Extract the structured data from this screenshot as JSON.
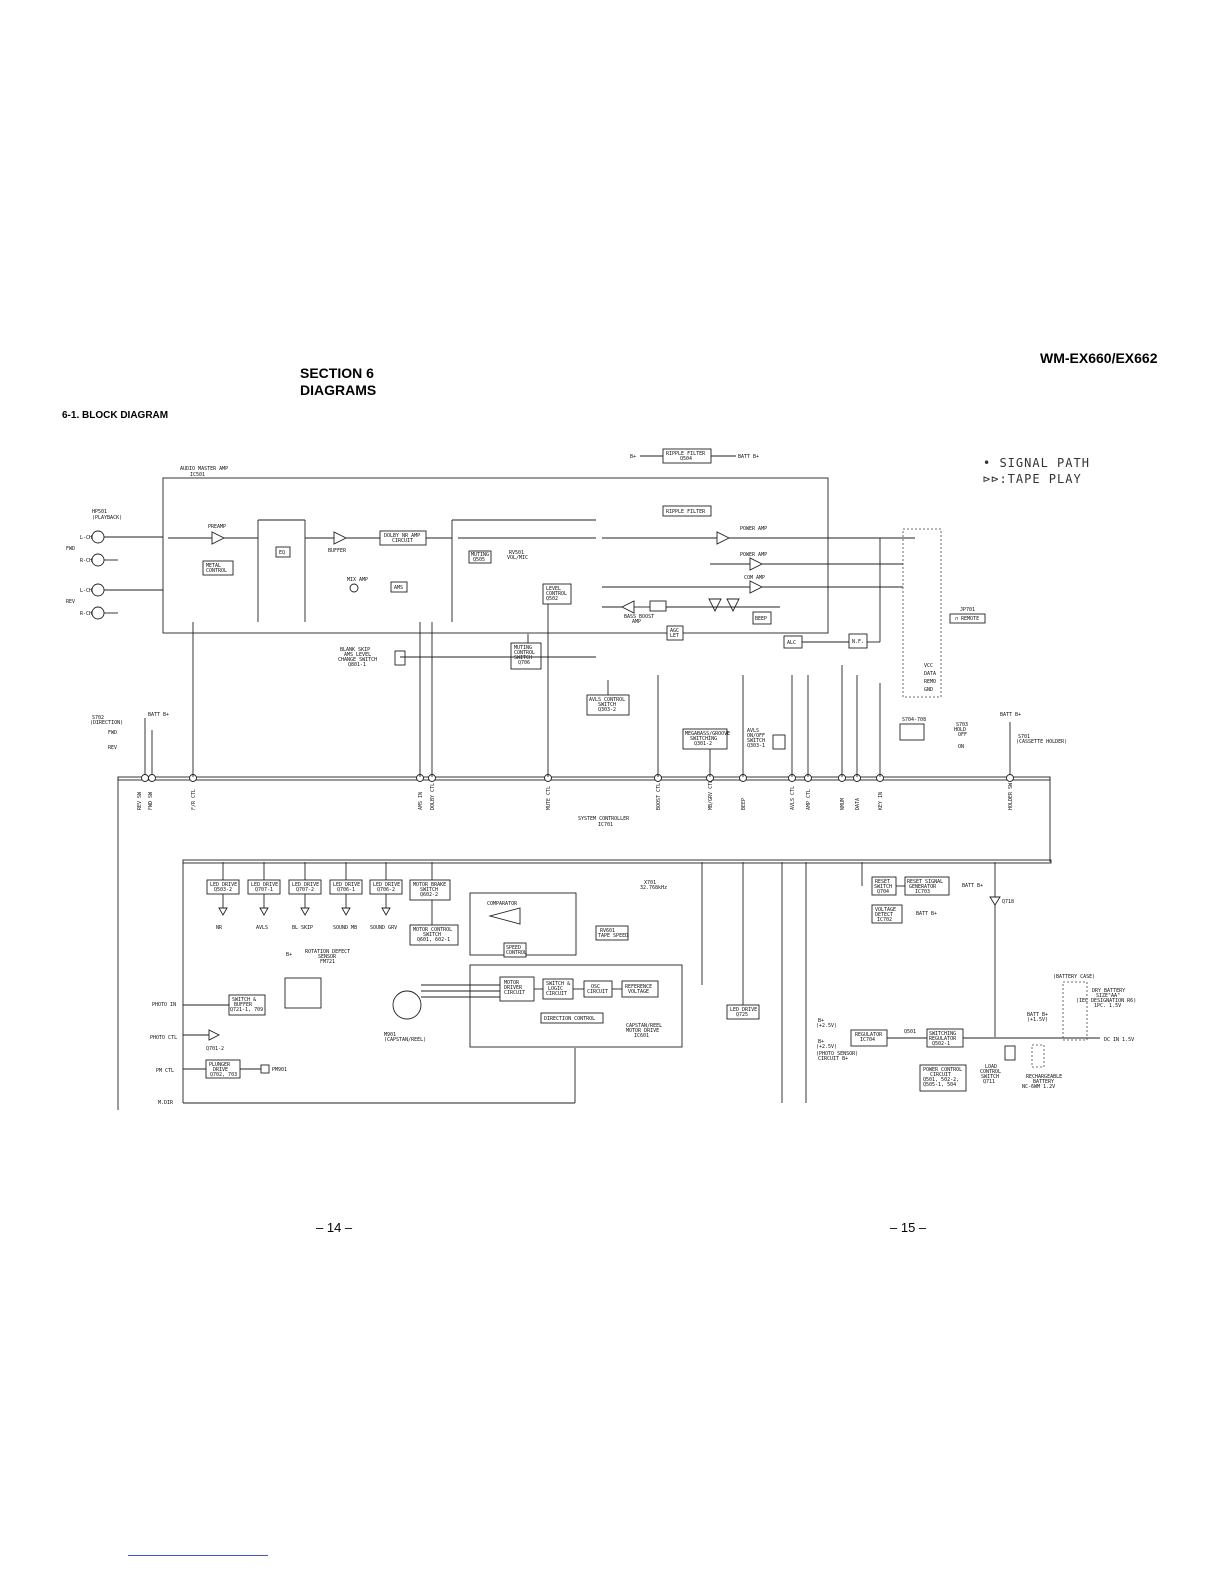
{
  "header": {
    "model": "WM-EX660/EX662",
    "section": "SECTION 6",
    "section_title": "DIAGRAMS",
    "subsection": "6-1.  BLOCK DIAGRAM"
  },
  "legend": {
    "signal_path": "• SIGNAL PATH",
    "tape_play": ":TAPE PLAY"
  },
  "footer": {
    "page_left": "– 14 –",
    "page_right": "– 15 –"
  },
  "diagram": {
    "ic501": "AUDIO MASTER AMP\nIC501",
    "hp501": "HP501\n(PLAYBACK)",
    "ripple_top": "RIPPLE FILTER\nQ504",
    "ripple_bottom": "RIPPLE FILTER",
    "batt_b": "BATT B+",
    "b_plus": "B+",
    "preamp": "PREAMP",
    "eq": "EQ",
    "metal": "METAL\nCONTROL",
    "dolby": "DOLBY NR AMP\nCIRCUIT",
    "buffer": "BUFFER",
    "mix_amp": "MIX AMP",
    "ams": "AMS",
    "muting_q505": "MUTING\nQ505",
    "rv501": "RV501\nVOL/MIC",
    "level_control": "LEVEL\nCONTROL\nQ502",
    "power_amp_1": "POWER AMP",
    "power_amp_2": "POWER AMP",
    "com_amp": "COM AMP",
    "bass_boost": "BASS BOOST\nAMP",
    "agc": "AGC\nLET",
    "beep": "BEEP",
    "alc": "ALC",
    "nf": "N.F.",
    "jp_remote": "REMOTE",
    "blank_skip": "BLANK SKIP\nAMS LEVEL\nCHANGE SWITCH\nQ801-1",
    "muting_q706": "MUTING\nCONTROL\nSWITCH\nQ706",
    "avls_ctrl": "AVLS CONTROL\nSWITCH\nQ303-2",
    "megabass": "MEGABASS/GROOVE\nSWITCHING\nQ301-2",
    "avls_onoff": "AVLS\nON/OFF\nSWITCH\nQ303-1",
    "s701_hold": "S701\n(CASSETTE HOLDER)",
    "s702": "S702\n(DIRECTION)",
    "s704": "S704-708",
    "s703": "S703\nHOLD",
    "system_controller": "SYSTEM CONTROLLER\nIC701",
    "led_labels": [
      "LED DRIVE\nQ503-2",
      "LED DRIVE\nQ707-1",
      "LED DRIVE\nQ707-2",
      "LED DRIVE\nQ706-1",
      "LED DRIVE\nQ706-2"
    ],
    "led_names": [
      "NR",
      "AVLS",
      "BL SKIP",
      "SOUND MB",
      "SOUND GRV"
    ],
    "motor_brake": "MOTOR BRAKE\nSWITCH\nQ602-2",
    "motor_control": "MOTOR CONTROL\nSWITCH\nQ601, 602-1",
    "comparator": "COMPARATOR",
    "speed_control": "SPEED\nCONTROL",
    "rv601": "RV601\nTAPE SPEED",
    "motor_driver": "MOTOR\nDRIVER\nCIRCUIT",
    "switch_logic": "SWITCH &\nLOGIC\nCIRCUIT",
    "osc": "OSC\nCIRCUIT",
    "ref_voltage": "REFERENCE\nVOLTAGE",
    "direction_control": "DIRECTION CONTROL",
    "capstan_ic": "CAPSTAN/REEL\nMOTOR DRIVE\nIC601",
    "m901": "M901\n(CAPSTAN/REEL)",
    "rotation": "ROTATION DEFECT\nSENSOR\nFM721",
    "switch_buffer": "SWITCH &\nBUFFER\nQ721-1, 709",
    "plunger": "PLUNGER\nDRIVE\nQ702, 703",
    "pm901": "PM901",
    "led_drive_q725": "LED DRIVE\nQ725",
    "x701": "X701\n32.768kHz",
    "reset_switch": "RESET\nSWITCH\nQ704",
    "reset_gen": "RESET SIGNAL\nGENERATOR\nIC703",
    "voltage_detect": "VOLTAGE\nDETECT\nIC702",
    "regulator": "REGULATOR\nIC704",
    "switching_reg": "SWITCHING\nREGULATOR\nQ502-1",
    "power_control": "POWER CONTROL\nCIRCUIT\nQ501, 502-2,\nQ505-1, 504",
    "load_control": "LOAD\nCONTROL\nSWITCH\nQ711",
    "battery_case": "(BATTERY CASE)",
    "dry_battery": "DRY BATTERY\nSIZE\"AA\"\n(IEC DESIGNATION R6)\n1PC. 1.5V",
    "rechargeable": "RECHARGEABLE\nBATTERY\nNC-6WM 1.2V",
    "dc_in": "DC IN 1.5V",
    "photo_sensor": "(PHOTO SENSOR)\nCIRCUIT B+"
  }
}
